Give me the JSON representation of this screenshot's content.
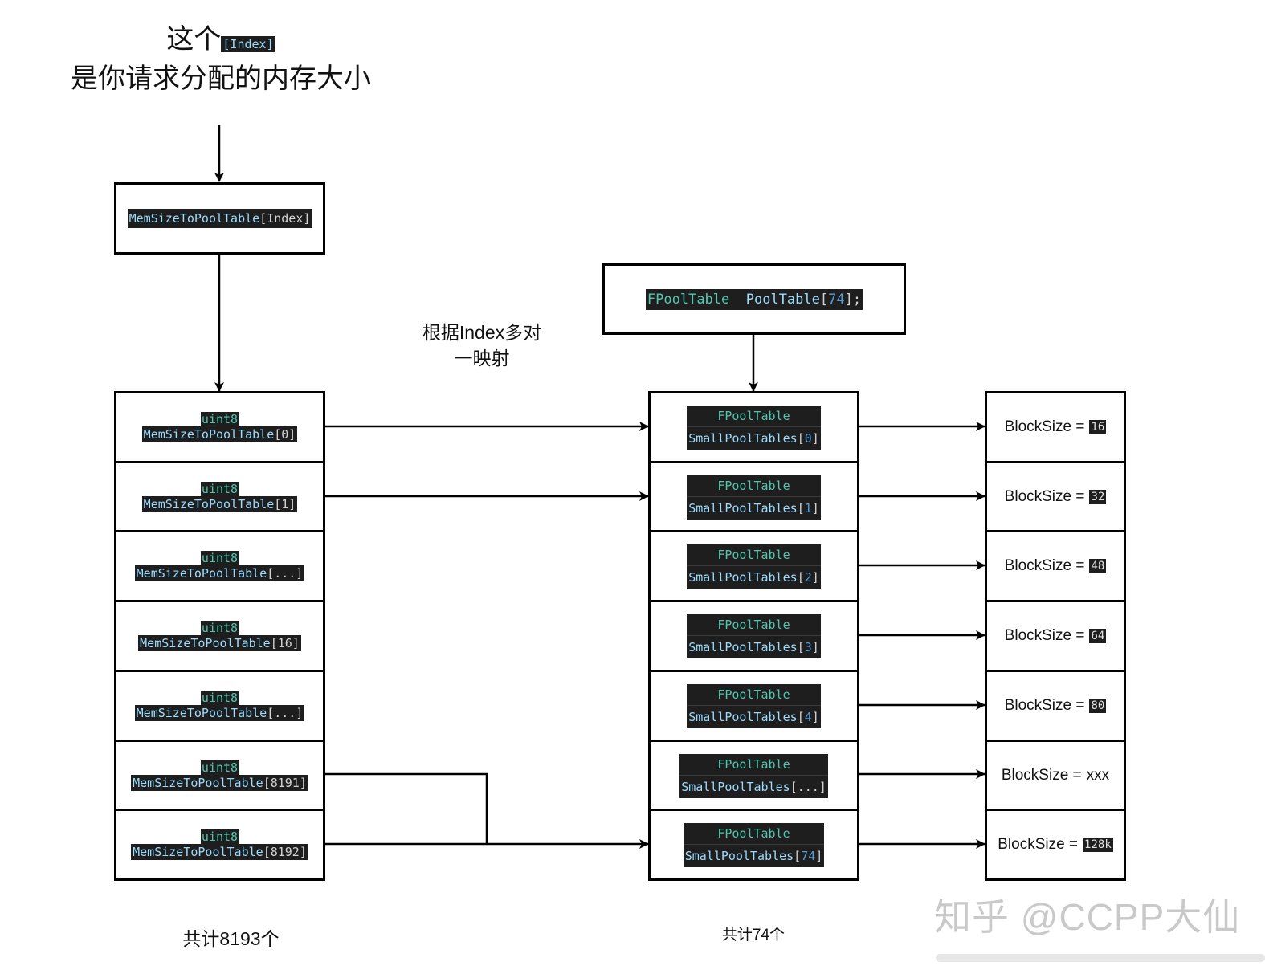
{
  "title": {
    "line1_text": "这个",
    "line1_code": "[Index]",
    "line2": "是你请求分配的内存大小"
  },
  "lookup_box": {
    "code_id": "MemSizeToPoolTable",
    "code_bracket": "[Index]"
  },
  "pool_decl": {
    "type": "FPoolTable",
    "name": "PoolTable",
    "open": "[",
    "size": "74",
    "close": "];"
  },
  "mapping_label": {
    "line1": "根据Index多对",
    "line2": "一映射"
  },
  "left_table": {
    "type": "uint8",
    "name": "MemSizeToPoolTable",
    "rows": [
      {
        "index": "[0]"
      },
      {
        "index": "[1]"
      },
      {
        "index": "[...]"
      },
      {
        "index": "[16]"
      },
      {
        "index": "[...]"
      },
      {
        "index": "[8191]"
      },
      {
        "index": "[8192]"
      }
    ],
    "footer": "共计8193个"
  },
  "middle_table": {
    "type": "FPoolTable",
    "name": "SmallPoolTables",
    "rows": [
      {
        "index": "0"
      },
      {
        "index": "1"
      },
      {
        "index": "2"
      },
      {
        "index": "3"
      },
      {
        "index": "4"
      },
      {
        "index": "..."
      },
      {
        "index": "74"
      }
    ],
    "footer": "共计74个"
  },
  "right_table": {
    "label": "BlockSize =",
    "rows": [
      {
        "value": "16",
        "code": true
      },
      {
        "value": "32",
        "code": true
      },
      {
        "value": "48",
        "code": true
      },
      {
        "value": "64",
        "code": true
      },
      {
        "value": "80",
        "code": true
      },
      {
        "value": "xxx",
        "code": false
      },
      {
        "value": "128k",
        "code": true
      }
    ]
  },
  "watermark": "知乎 @CCPP大仙"
}
